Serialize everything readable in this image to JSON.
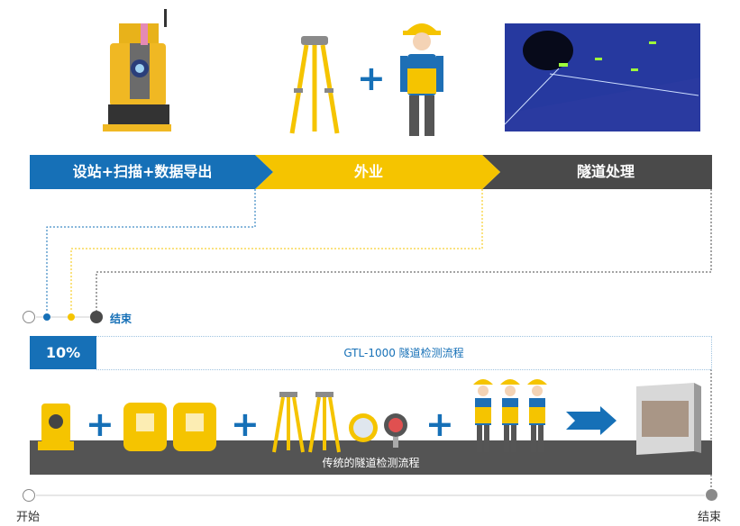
{
  "process_bar": {
    "stage1": "设站+扫描+数据导出",
    "stage2": "外业",
    "stage3": "隧道处理"
  },
  "new_flow": {
    "end_label": "结束",
    "percent": "10%",
    "title": "GTL-1000 隧道检测流程"
  },
  "traditional": {
    "title": "传统的隧道检测流程",
    "start_label": "开始",
    "end_label": "结束"
  },
  "colors": {
    "blue": "#1670b7",
    "yellow": "#f5c400",
    "dark": "#4a4a4a"
  }
}
